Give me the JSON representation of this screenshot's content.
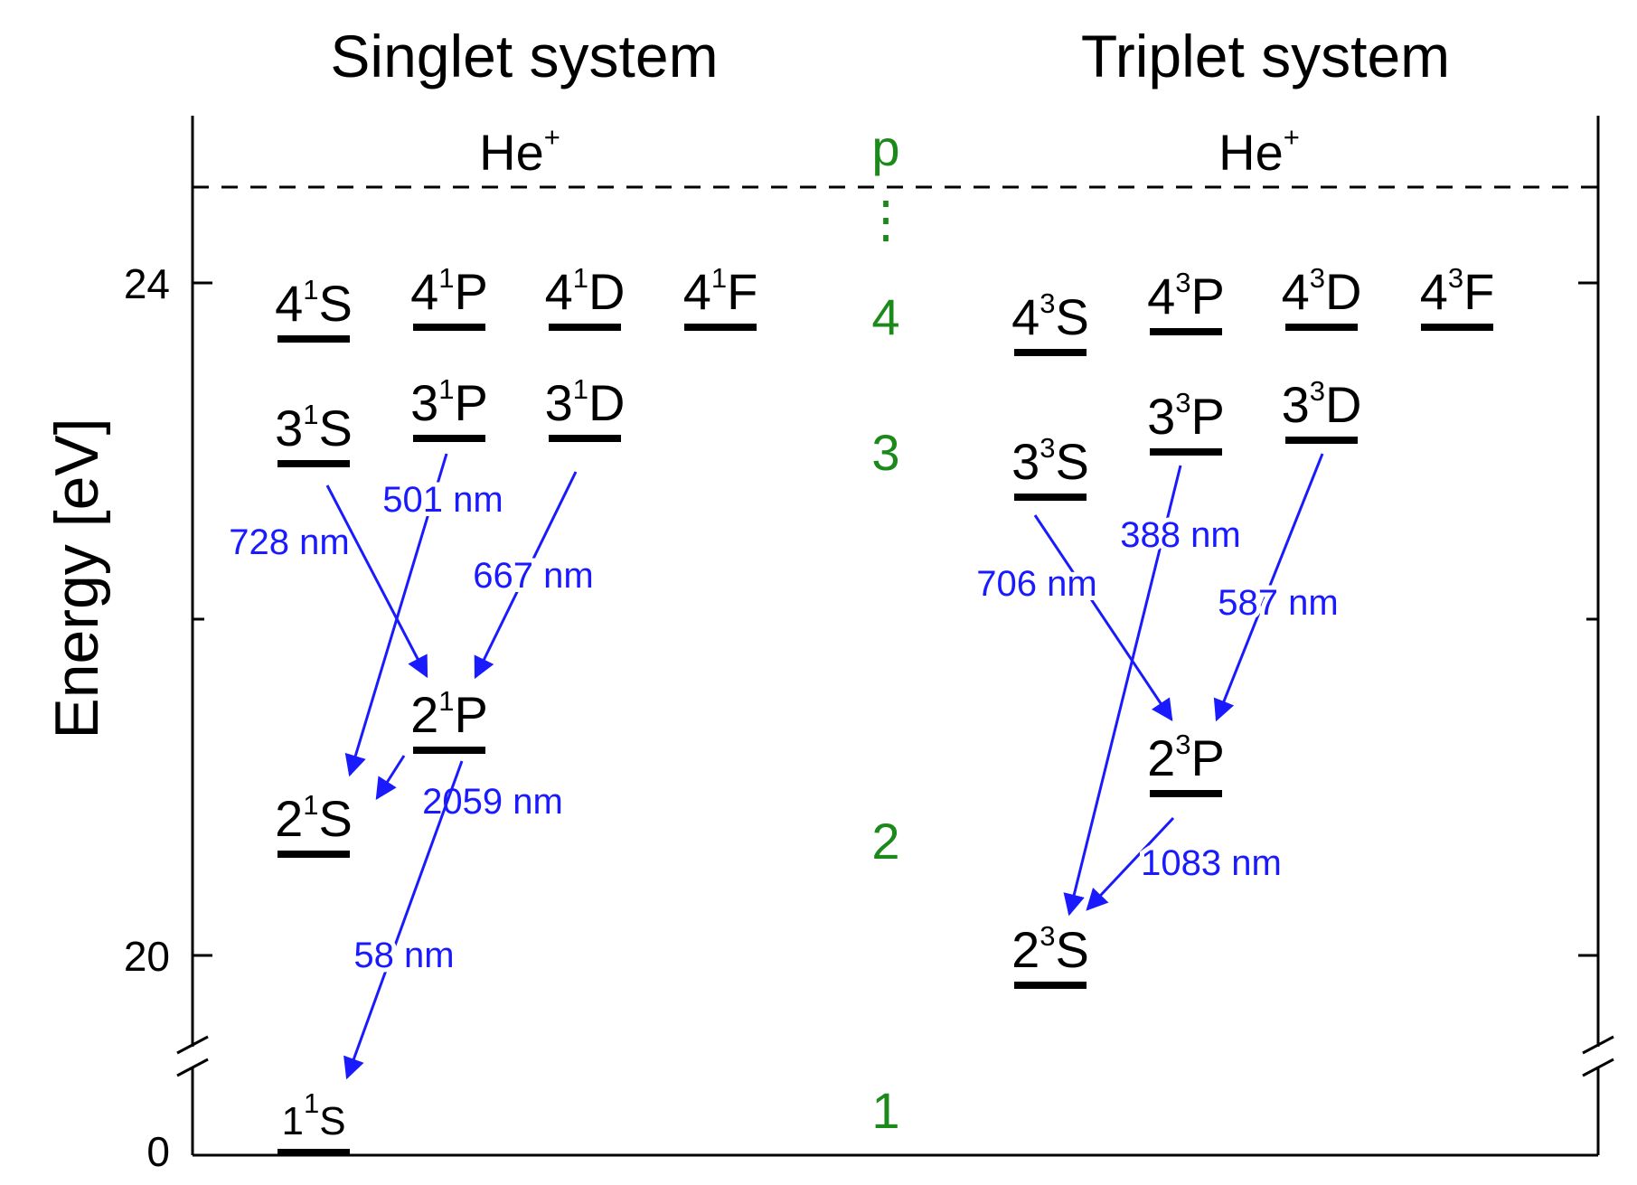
{
  "titles": {
    "singlet": "Singlet system",
    "triplet": "Triplet system"
  },
  "axis": {
    "ylabel": "Energy [eV]",
    "ticks": [
      "24",
      "20",
      "0"
    ]
  },
  "ion": {
    "singlet": "He",
    "triplet": "He",
    "charge": "+"
  },
  "principal_numbers": [
    "p",
    "4",
    "3",
    "2",
    "1"
  ],
  "series_dots": "⋮",
  "levels": {
    "singlet": [
      {
        "id": "4s",
        "n": "4",
        "mult": "1",
        "L": "S"
      },
      {
        "id": "4p",
        "n": "4",
        "mult": "1",
        "L": "P"
      },
      {
        "id": "4d",
        "n": "4",
        "mult": "1",
        "L": "D"
      },
      {
        "id": "4f",
        "n": "4",
        "mult": "1",
        "L": "F"
      },
      {
        "id": "3s",
        "n": "3",
        "mult": "1",
        "L": "S"
      },
      {
        "id": "3p",
        "n": "3",
        "mult": "1",
        "L": "P"
      },
      {
        "id": "3d",
        "n": "3",
        "mult": "1",
        "L": "D"
      },
      {
        "id": "2p",
        "n": "2",
        "mult": "1",
        "L": "P"
      },
      {
        "id": "2s",
        "n": "2",
        "mult": "1",
        "L": "S"
      },
      {
        "id": "1s",
        "n": "1",
        "mult": "1",
        "L": "S"
      }
    ],
    "triplet": [
      {
        "id": "4s",
        "n": "4",
        "mult": "3",
        "L": "S"
      },
      {
        "id": "4p",
        "n": "4",
        "mult": "3",
        "L": "P"
      },
      {
        "id": "4d",
        "n": "4",
        "mult": "3",
        "L": "D"
      },
      {
        "id": "4f",
        "n": "4",
        "mult": "3",
        "L": "F"
      },
      {
        "id": "3s",
        "n": "3",
        "mult": "3",
        "L": "S"
      },
      {
        "id": "3p",
        "n": "3",
        "mult": "3",
        "L": "P"
      },
      {
        "id": "3d",
        "n": "3",
        "mult": "3",
        "L": "D"
      },
      {
        "id": "2p",
        "n": "2",
        "mult": "3",
        "L": "P"
      },
      {
        "id": "2s",
        "n": "2",
        "mult": "3",
        "L": "S"
      }
    ]
  },
  "transitions": {
    "singlet": [
      {
        "from": "3s",
        "to": "2p",
        "label": "728 nm"
      },
      {
        "from": "3p",
        "to": "2s",
        "label": "501 nm"
      },
      {
        "from": "3d",
        "to": "2p",
        "label": "667 nm"
      },
      {
        "from": "2p",
        "to": "2s",
        "label": "2059 nm"
      },
      {
        "from": "2p",
        "to": "1s",
        "label": "58 nm"
      }
    ],
    "triplet": [
      {
        "from": "3s",
        "to": "2p",
        "label": "706 nm"
      },
      {
        "from": "3p",
        "to": "2s",
        "label": "388 nm"
      },
      {
        "from": "3d",
        "to": "2p",
        "label": "587 nm"
      },
      {
        "from": "2p",
        "to": "2s",
        "label": "1083 nm"
      }
    ]
  },
  "colors": {
    "transition": "#1a1aff",
    "principal": "#1b8a1b",
    "levels": "#000000"
  }
}
